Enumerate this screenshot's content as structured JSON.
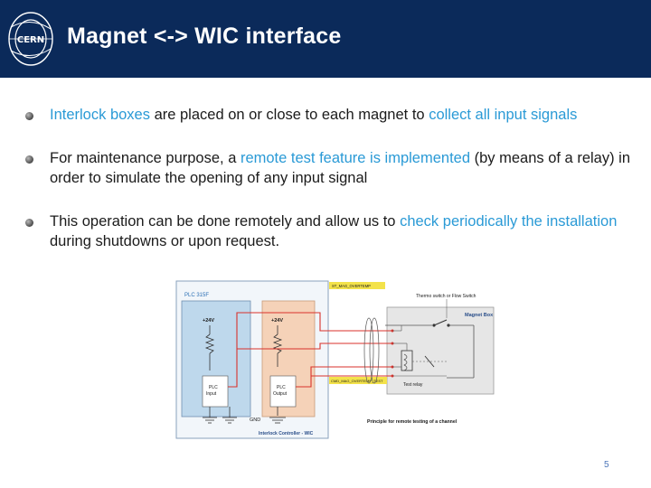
{
  "header": {
    "title": "Magnet <-> WIC interface",
    "logo_text": "CERN"
  },
  "bullets": [
    {
      "segments": [
        {
          "text": "Interlock boxes",
          "hl": true
        },
        {
          "text": " are placed on or close to each magnet to ",
          "hl": false
        },
        {
          "text": "collect all input signals",
          "hl": true
        }
      ]
    },
    {
      "segments": [
        {
          "text": "For maintenance purpose, a ",
          "hl": false
        },
        {
          "text": "remote test feature is implemented",
          "hl": true
        },
        {
          "text": " (by means of a relay) in order to simulate the opening of any input signal",
          "hl": false
        }
      ]
    },
    {
      "segments": [
        {
          "text": "This operation can be done remotely and allow us to ",
          "hl": false
        },
        {
          "text": "check periodically the installation",
          "hl": true
        },
        {
          "text": " during shutdowns or upon request.",
          "hl": false
        }
      ]
    }
  ],
  "diagram": {
    "plc_label": "PLC 315F",
    "left_supply": "+24V",
    "right_supply": "+24V",
    "plc_input": [
      "PLC",
      "Input"
    ],
    "plc_output": [
      "PLC",
      "Output"
    ],
    "gnd": "GND",
    "controller_label": "Interlock Controller - WIC",
    "top_signal": "ST_MAG_OVERTEMP",
    "bottom_signal": "CMD_MAG_OVERTEMP_TEST",
    "thermo_label": "Thermo switch or Flow Switch",
    "magnet_box": "Magnet Box",
    "test_relay": "Test relay",
    "caption": "Principle for remote testing of a channel"
  },
  "page_number": "5",
  "colors": {
    "header_bg": "#0b2a5a",
    "highlight": "#2a9ad6",
    "plc_panel": "#bed8ec",
    "output_panel": "#f5d2b8",
    "magnet_panel": "#e6e6e6",
    "wire_red": "#d9322b",
    "signal_tag": "#f3e24a"
  }
}
